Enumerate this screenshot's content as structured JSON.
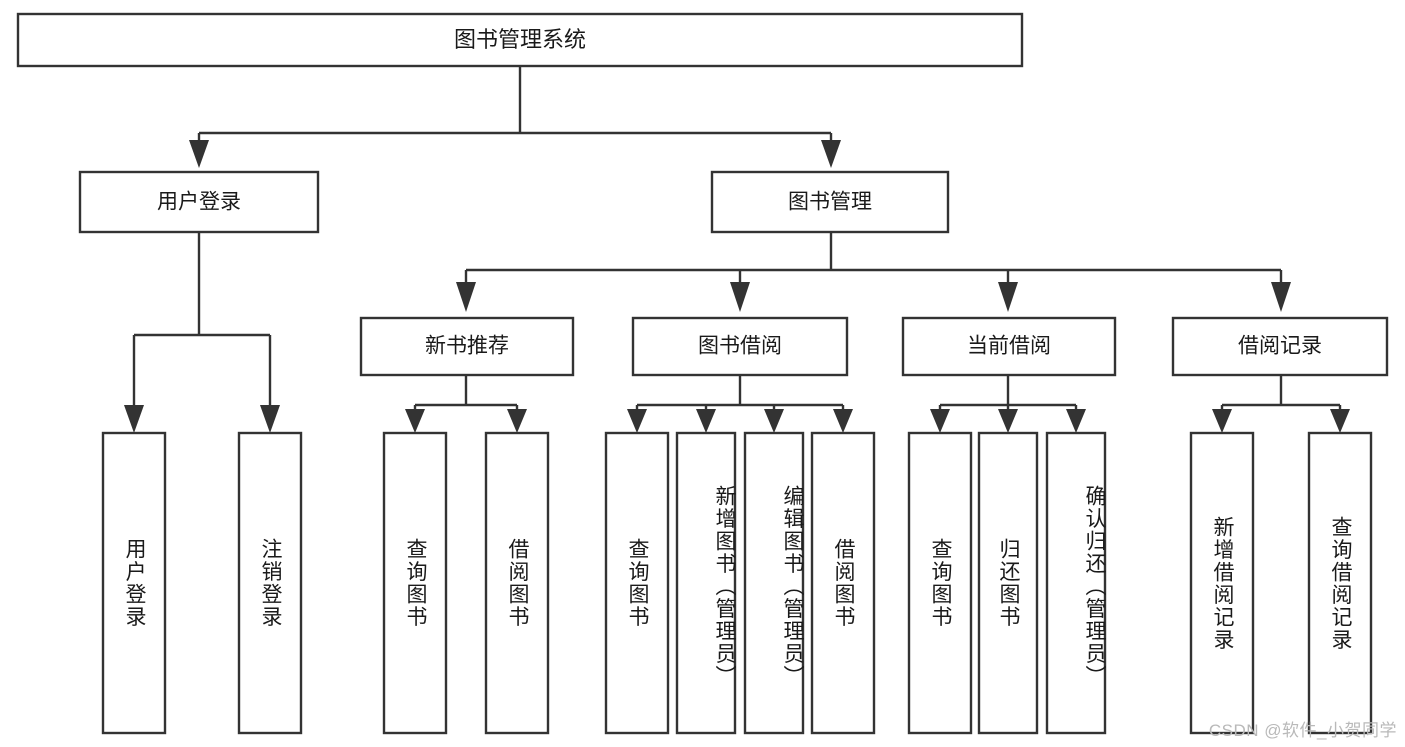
{
  "diagram": {
    "title": "图书管理系统",
    "type": "tree-hierarchy-chart",
    "background_color": "#ffffff",
    "box_fill": "#ffffff",
    "box_stroke": "#333333",
    "text_color": "#1a1a1a"
  },
  "root": {
    "label": "图书管理系统"
  },
  "level2": [
    {
      "label": "用户登录"
    },
    {
      "label": "图书管理"
    }
  ],
  "level3": [
    {
      "label": "新书推荐"
    },
    {
      "label": "图书借阅"
    },
    {
      "label": "当前借阅"
    },
    {
      "label": "借阅记录"
    }
  ],
  "leaves": {
    "user_login": [
      {
        "label": "用户登录"
      },
      {
        "label": "注销登录"
      }
    ],
    "new_book_recommend": [
      {
        "label": "查询图书"
      },
      {
        "label": "借阅图书"
      }
    ],
    "book_borrow": [
      {
        "label": "查询图书"
      },
      {
        "label": "新增图书（管理员）"
      },
      {
        "label": "编辑图书（管理员）"
      },
      {
        "label": "借阅图书"
      }
    ],
    "current_borrow": [
      {
        "label": "查询图书"
      },
      {
        "label": "归还图书"
      },
      {
        "label": "确认归还（管理员）"
      }
    ],
    "borrow_record": [
      {
        "label": "新增借阅记录"
      },
      {
        "label": "查询借阅记录"
      }
    ]
  },
  "watermark": {
    "text": "CSDN @软件_小贺同学"
  }
}
